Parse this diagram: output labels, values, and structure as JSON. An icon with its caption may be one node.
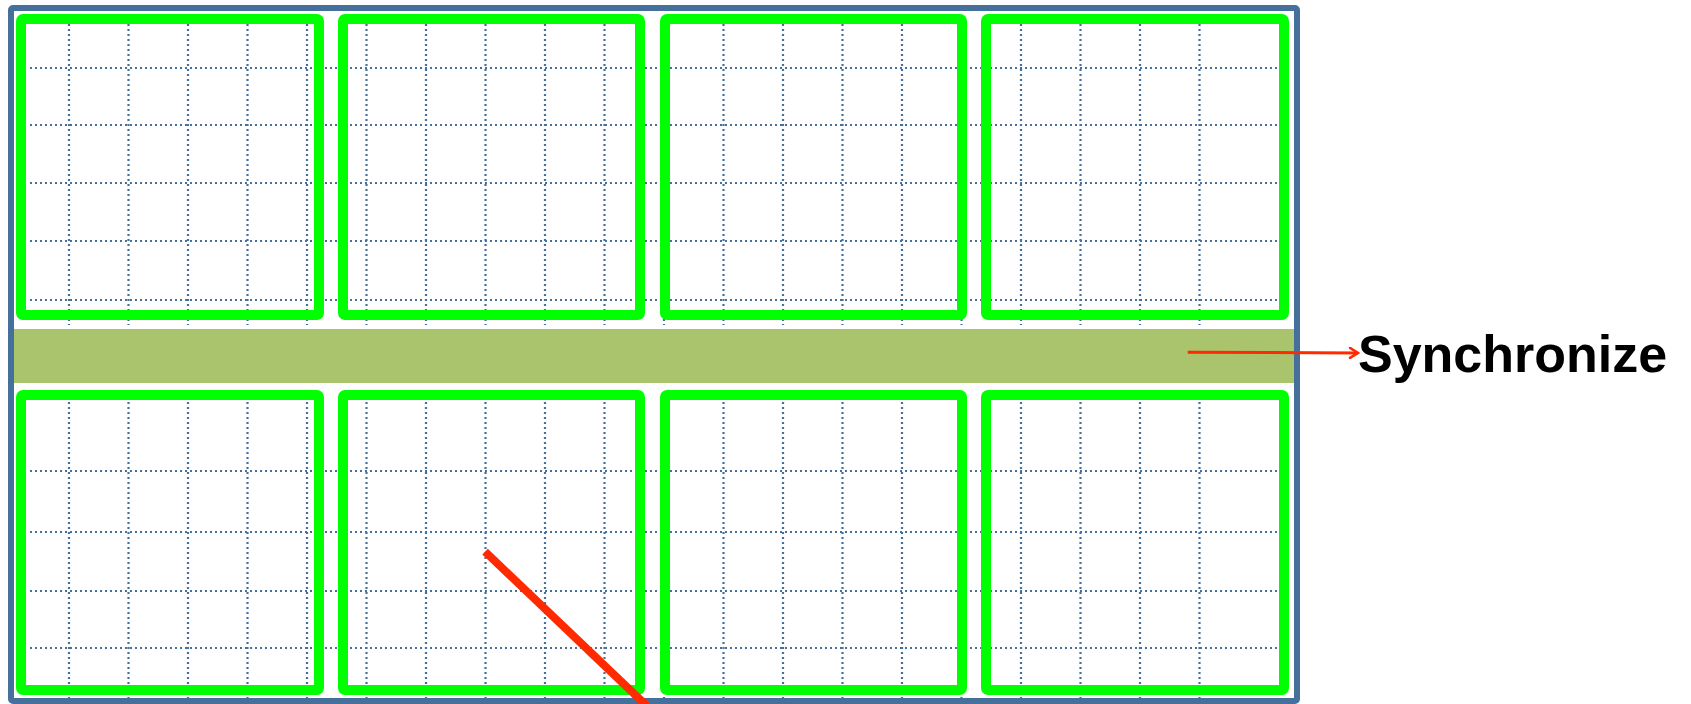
{
  "diagram": {
    "nodes": [
      {
        "text": [],
        "shape": "box"
      },
      {
        "text": [],
        "shape": "box",
        "in": 0
      },
      {
        "text": [],
        "shape": "box",
        "in": 0
      },
      {
        "text": [],
        "shape": "box",
        "in": 0
      },
      {
        "text": [],
        "shape": "box",
        "in": 0
      },
      {
        "text": [],
        "shape": "bar",
        "in": 0
      },
      {
        "text": [],
        "shape": "box",
        "in": 0
      },
      {
        "text": [],
        "shape": "box",
        "in": 0
      },
      {
        "text": [],
        "shape": "box",
        "in": 0
      },
      {
        "text": [],
        "shape": "box",
        "in": 0
      },
      {
        "text": [
          "Synchronize"
        ]
      }
    ],
    "edges": [
      {
        "from": 5,
        "to": 10,
        "arrow": "to"
      },
      {
        "from": null,
        "to": 7,
        "arrow": "none",
        "style": "thick"
      }
    ]
  }
}
